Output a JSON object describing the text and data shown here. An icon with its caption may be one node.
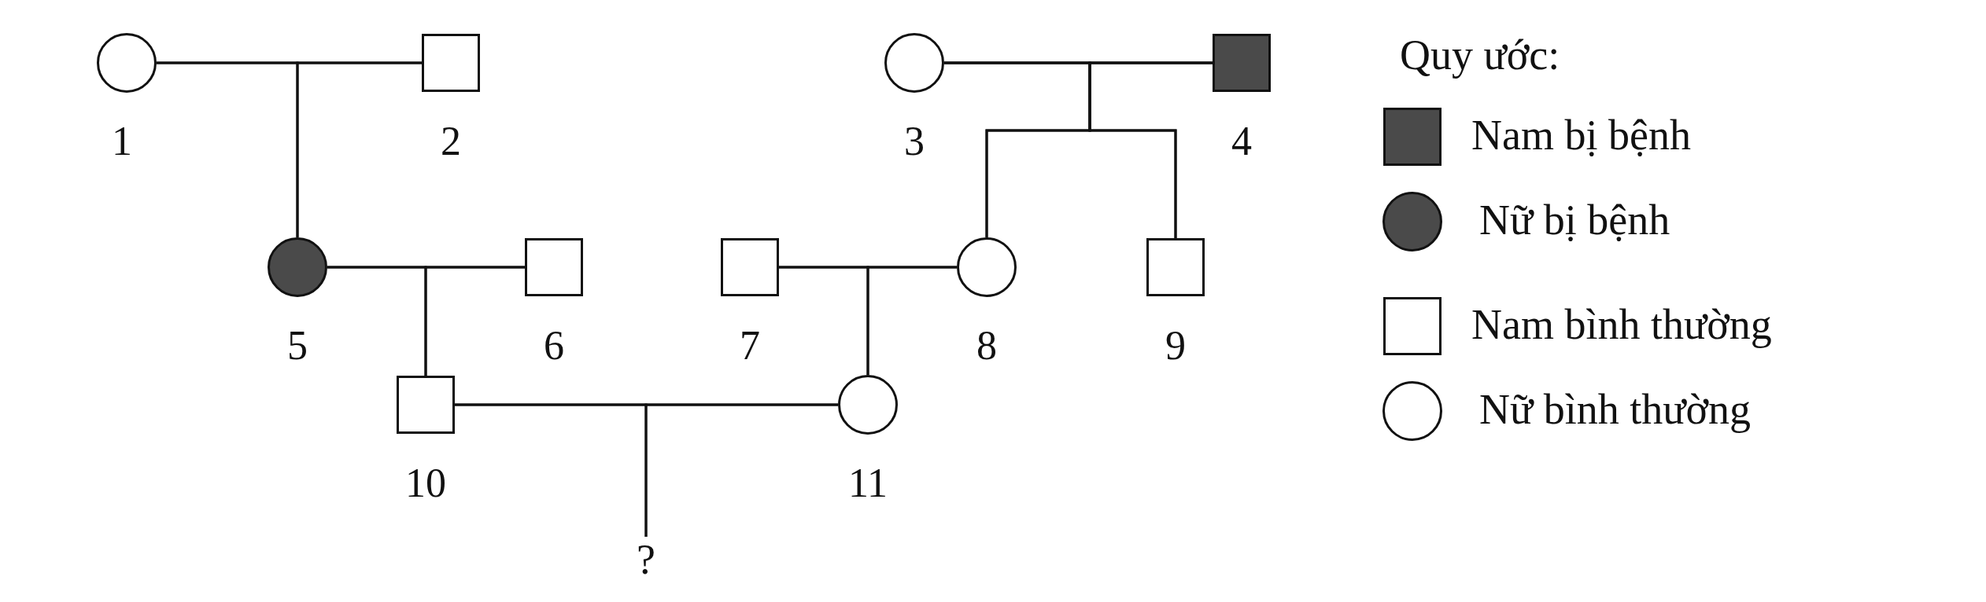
{
  "diagram": {
    "nodes": [
      {
        "text": [],
        "shape": "circle",
        "beside": [
          "1"
        ]
      },
      {
        "text": [],
        "shape": "box",
        "beside": [
          "2"
        ]
      },
      {
        "text": [],
        "shape": "circle",
        "beside": [
          "3"
        ]
      },
      {
        "text": [],
        "shape": "box",
        "beside": [
          "4"
        ]
      },
      {
        "text": [],
        "shape": "circle",
        "beside": [
          "5"
        ]
      },
      {
        "text": [],
        "shape": "box",
        "beside": [
          "6"
        ]
      },
      {
        "text": [],
        "shape": "box",
        "beside": [
          "7"
        ]
      },
      {
        "text": [],
        "shape": "circle",
        "beside": [
          "8"
        ]
      },
      {
        "text": [],
        "shape": "box",
        "beside": [
          "9"
        ]
      },
      {
        "text": [],
        "shape": "box",
        "beside": [
          "10"
        ]
      },
      {
        "text": [],
        "shape": "circle",
        "beside": [
          "11"
        ]
      },
      {
        "text": [
          "?"
        ]
      }
    ],
    "edges": [
      {
        "from": 0,
        "to": 1,
        "arrow": "none"
      },
      {
        "from": 0,
        "to": 4,
        "arrow": "none"
      },
      {
        "from": 1,
        "to": 4,
        "arrow": "none"
      },
      {
        "from": 2,
        "to": 3,
        "arrow": "none"
      },
      {
        "from": 2,
        "to": 7,
        "arrow": "none"
      },
      {
        "from": 3,
        "to": 7,
        "arrow": "none"
      },
      {
        "from": 2,
        "to": 8,
        "arrow": "none"
      },
      {
        "from": 3,
        "to": 8,
        "arrow": "none"
      },
      {
        "from": 4,
        "to": 5,
        "arrow": "none"
      },
      {
        "from": 4,
        "to": 9,
        "arrow": "none"
      },
      {
        "from": 5,
        "to": 9,
        "arrow": "none"
      },
      {
        "from": 6,
        "to": 7,
        "arrow": "none"
      },
      {
        "from": 6,
        "to": 10,
        "arrow": "none"
      },
      {
        "from": 7,
        "to": 10,
        "arrow": "none"
      },
      {
        "from": 9,
        "to": 10,
        "arrow": "none"
      },
      {
        "from": 9,
        "to": 11,
        "arrow": "none"
      },
      {
        "from": 10,
        "to": 11,
        "arrow": "none"
      }
    ],
    "labels": [
      "Quy ước:"
    ],
    "legend": [
      {
        "text": "Nam bị bệnh"
      },
      {
        "text": "Nữ bị bệnh"
      },
      {
        "text": "Nam bình thường"
      },
      {
        "text": "Nữ bình thường"
      }
    ]
  }
}
